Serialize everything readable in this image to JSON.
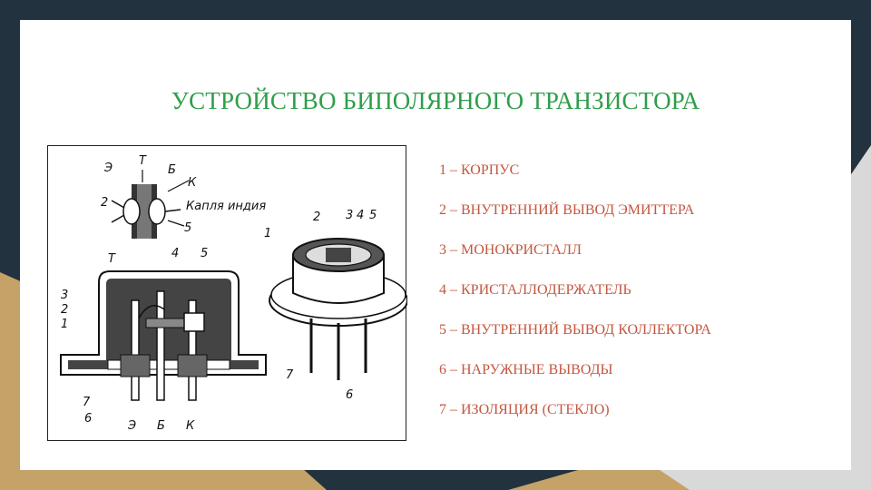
{
  "slide": {
    "title": "УСТРОЙСТВО БИПОЛЯРНОГО ТРАНЗИСТОРА",
    "legend": [
      "1 – КОРПУС",
      "2 – ВНУТРЕННИЙ ВЫВОД ЭМИТТЕРА",
      "3 – МОНОКРИСТАЛЛ",
      "4 – КРИСТАЛЛОДЕРЖАТЕЛЬ",
      "5 – ВНУТРЕННИЙ ВЫВОД КОЛЛЕКТОРА",
      "6 – НАРУЖНЫЕ ВЫВОДЫ",
      "7 – ИЗОЛЯЦИЯ (СТЕКЛО)"
    ]
  },
  "figure": {
    "crystal_labels": {
      "emitter": "Э",
      "t": "Т",
      "base": "Б",
      "collector": "К",
      "n2": "2",
      "n5": "5",
      "caption": "Капля индия"
    },
    "section_labels": {
      "t": "Т",
      "n4": "4",
      "n5": "5",
      "n3": "3",
      "n2": "2",
      "n1": "1",
      "n7": "7",
      "n6": "6",
      "pin_e": "Э",
      "pin_b": "Б",
      "pin_k": "К"
    },
    "iso_labels": {
      "n2": "2",
      "n3": "3",
      "n4": "4",
      "n5": "5",
      "n1": "1",
      "n7": "7",
      "n6": "6"
    }
  },
  "colors": {
    "title": "#2e9e4a",
    "legend": "#c4573f",
    "dark_band": "#22323f",
    "gold": "#c4a268",
    "grey": "#d9d9d9"
  }
}
